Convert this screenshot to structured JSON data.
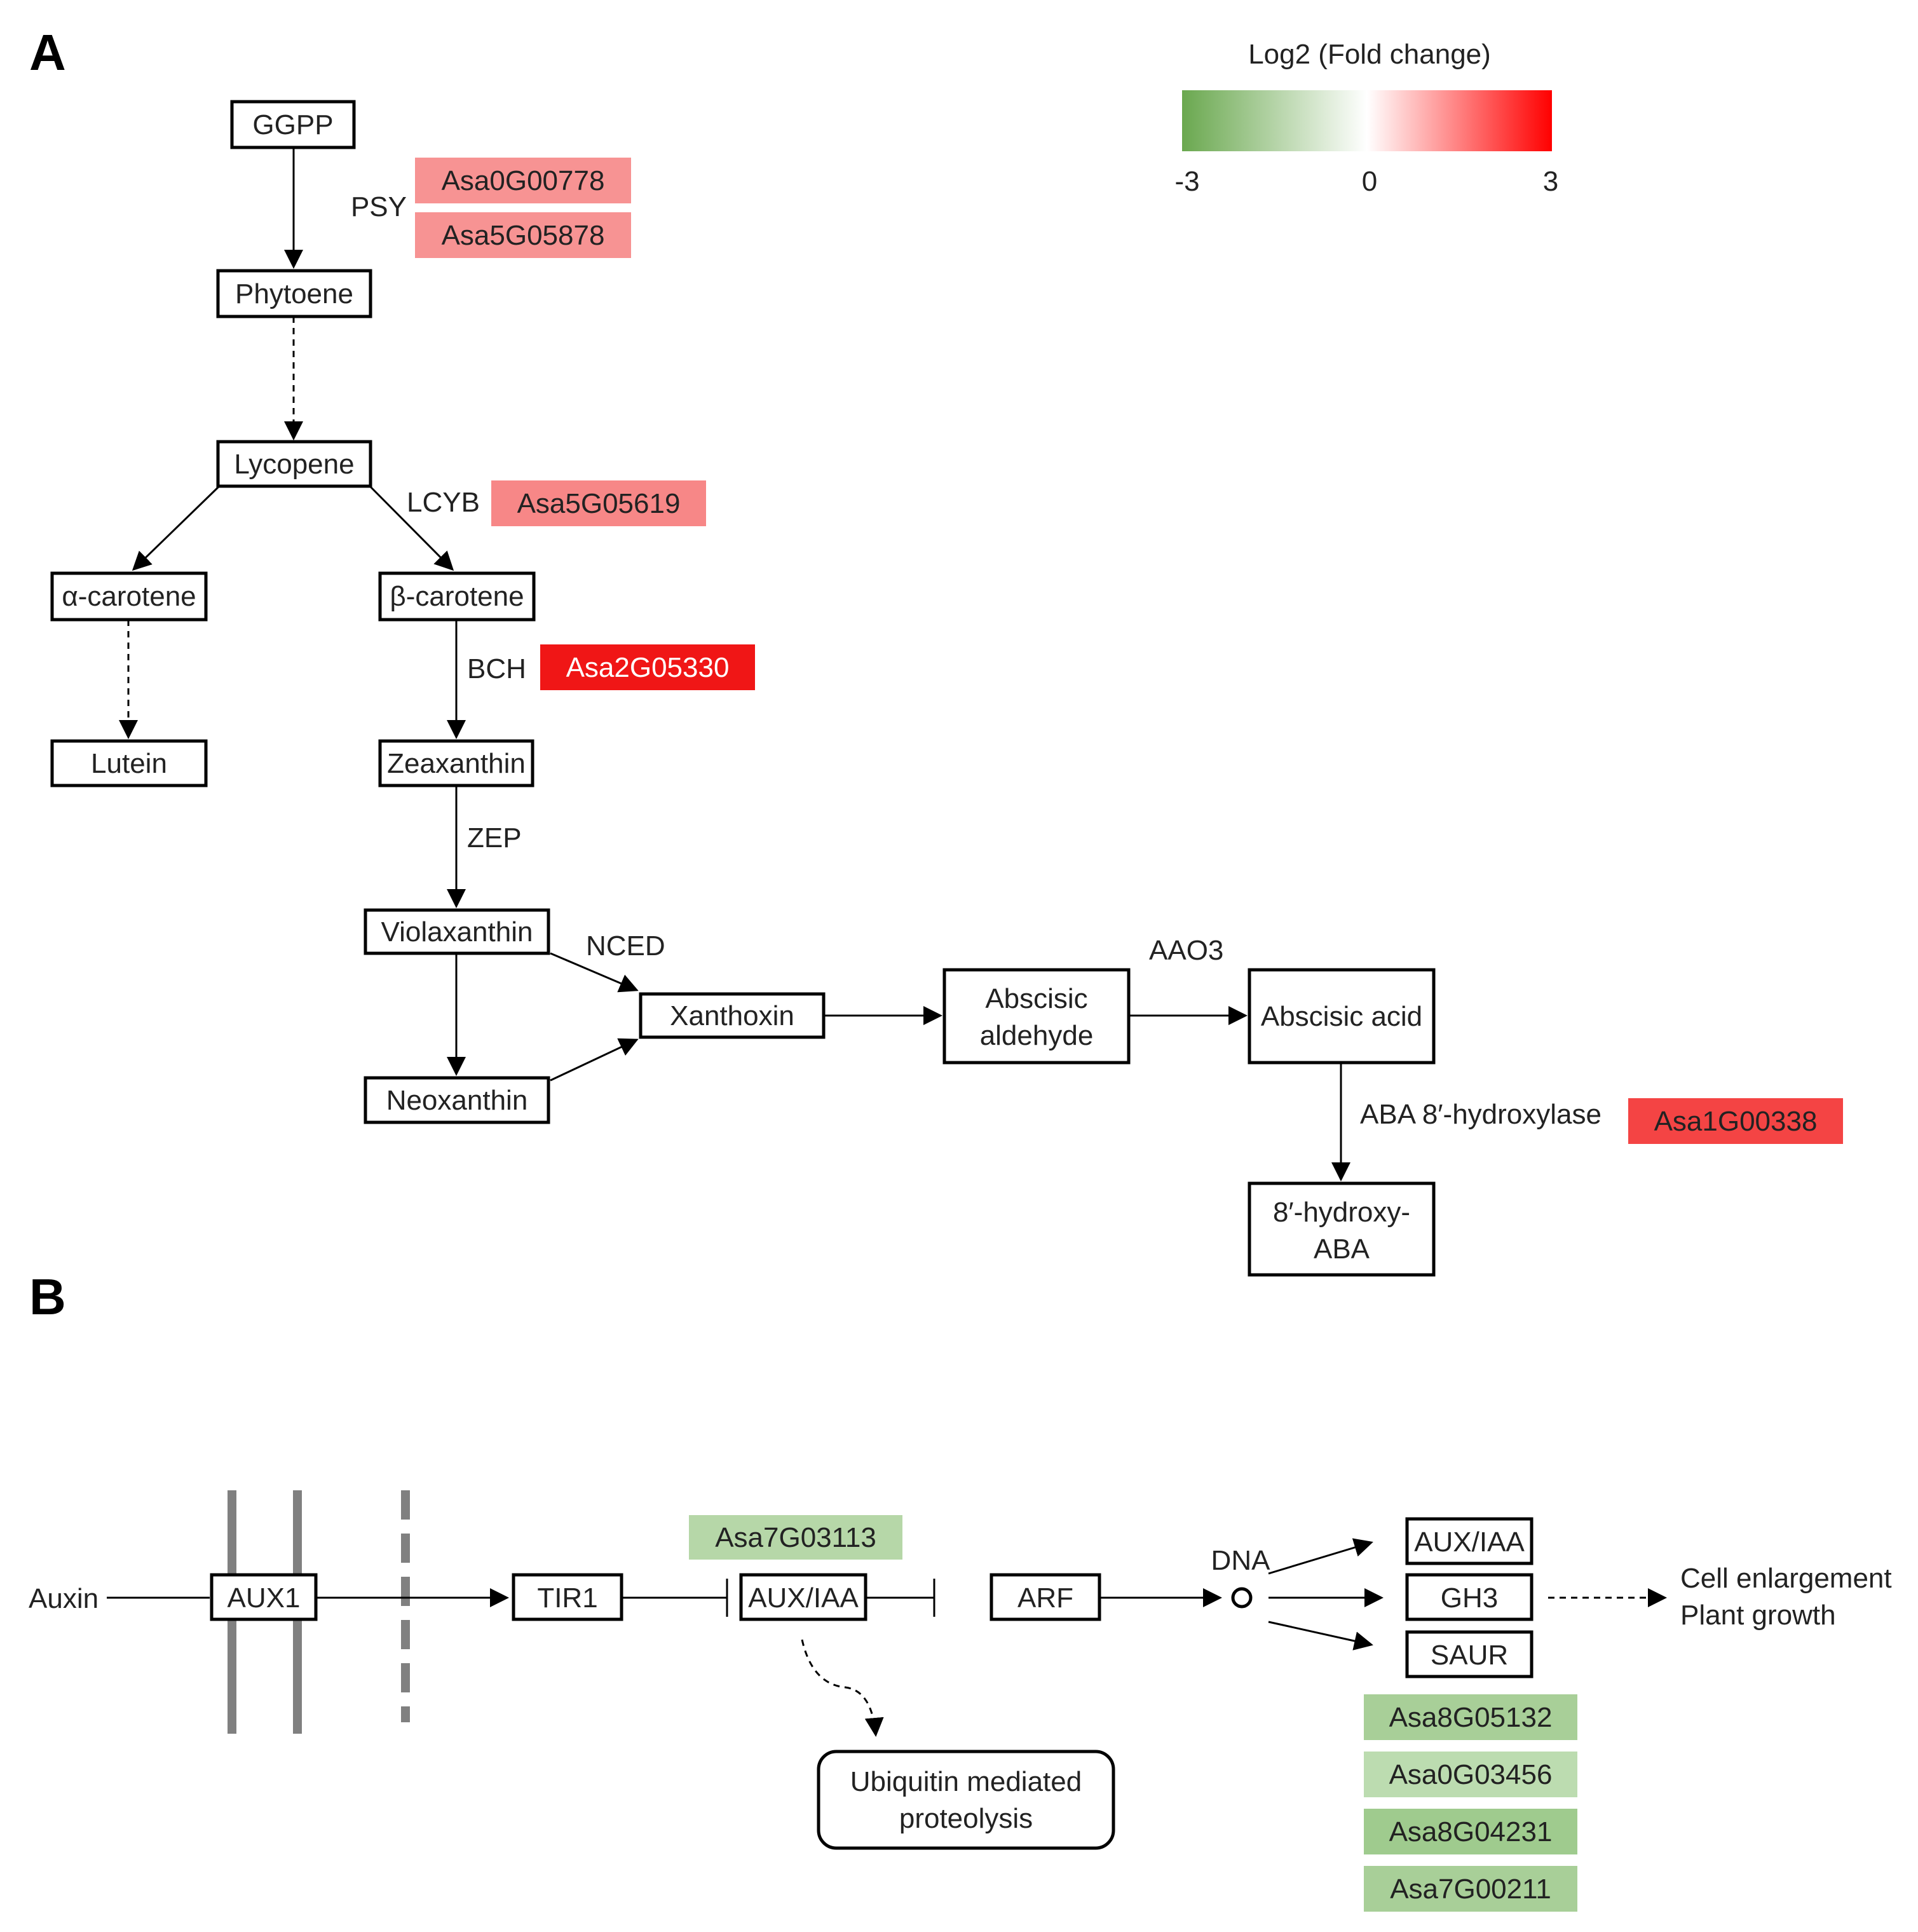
{
  "panels": {
    "a": "A",
    "b": "B"
  },
  "legend": {
    "title": "Log2 (Fold change)",
    "min_label": "-3",
    "mid_label": "0",
    "max_label": "3",
    "colors": {
      "low": "#6aa84f",
      "mid": "#ffffff",
      "high": "#ff0000"
    }
  },
  "panel_a": {
    "nodes": {
      "ggpp": "GGPP",
      "phytoene": "Phytoene",
      "lycopene": "Lycopene",
      "alpha_carotene": "α-carotene",
      "beta_carotene": "β-carotene",
      "lutein": "Lutein",
      "zeaxanthin": "Zeaxanthin",
      "violaxanthin": "Violaxanthin",
      "neoxanthin": "Neoxanthin",
      "xanthoxin": "Xanthoxin",
      "abscisic_aldehyde": [
        "Abscisic",
        "aldehyde"
      ],
      "abscisic_acid": "Abscisic acid",
      "hydroxy_aba": [
        "8′-hydroxy-",
        "ABA"
      ]
    },
    "enzymes": {
      "psy": "PSY",
      "lcyb": "LCYB",
      "bch": "BCH",
      "zep": "ZEP",
      "nced": "NCED",
      "aao3": "AAO3",
      "aba_hydroxylase": "ABA 8′-hydroxylase"
    },
    "genes": {
      "psy_1": {
        "id": "Asa0G00778",
        "color": "#f79393"
      },
      "psy_2": {
        "id": "Asa5G05878",
        "color": "#f79393"
      },
      "lcyb": {
        "id": "Asa5G05619",
        "color": "#f78787"
      },
      "bch": {
        "id": "Asa2G05330",
        "color": "#f01616"
      },
      "aba_hydroxylase": {
        "id": "Asa1G00338",
        "color": "#f44444"
      }
    }
  },
  "panel_b": {
    "auxin": "Auxin",
    "nodes": {
      "aux1": "AUX1",
      "tir1": "TIR1",
      "aux_iaa": "AUX/IAA",
      "arf": "ARF",
      "aux_iaa_target": "AUX/IAA",
      "gh3": "GH3",
      "saur": "SAUR",
      "ubiquitin": [
        "Ubiquitin mediated",
        "proteolysis"
      ]
    },
    "dna": "DNA",
    "outcomes": [
      "Cell enlargement",
      "Plant growth"
    ],
    "genes": {
      "aux_iaa": {
        "id": "Asa7G03113",
        "color": "#b6d7a8"
      },
      "saur_1": {
        "id": "Asa8G05132",
        "color": "#a8cf98"
      },
      "saur_2": {
        "id": "Asa0G03456",
        "color": "#bcdcb0"
      },
      "saur_3": {
        "id": "Asa8G04231",
        "color": "#9fcb8e"
      },
      "saur_4": {
        "id": "Asa7G00211",
        "color": "#a8cf98"
      }
    }
  }
}
